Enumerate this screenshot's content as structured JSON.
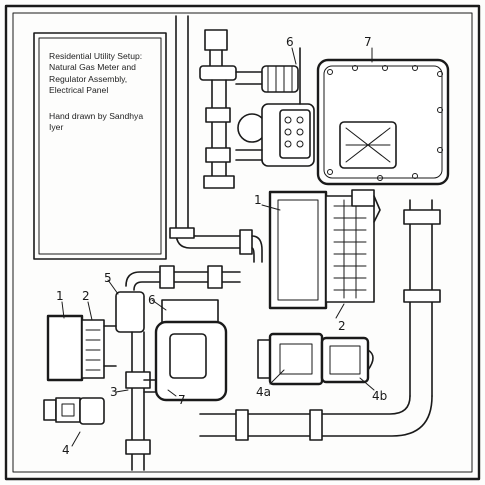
{
  "title_card": {
    "heading": "Residential Utility Setup: Natural Gas Meter and Regulator Assembly, Electrical Panel",
    "credit": "Hand drawn by Sandhya Iyer"
  },
  "callouts": {
    "c1_top": "1",
    "c6_top": "6",
    "c7_top": "7",
    "c2_right": "2",
    "c1_left": "1",
    "c2_left": "2",
    "c5": "5",
    "c6_mid": "6",
    "c3": "3",
    "c7_mid": "7",
    "c4": "4",
    "c4a": "4a",
    "c4b": "4b"
  }
}
